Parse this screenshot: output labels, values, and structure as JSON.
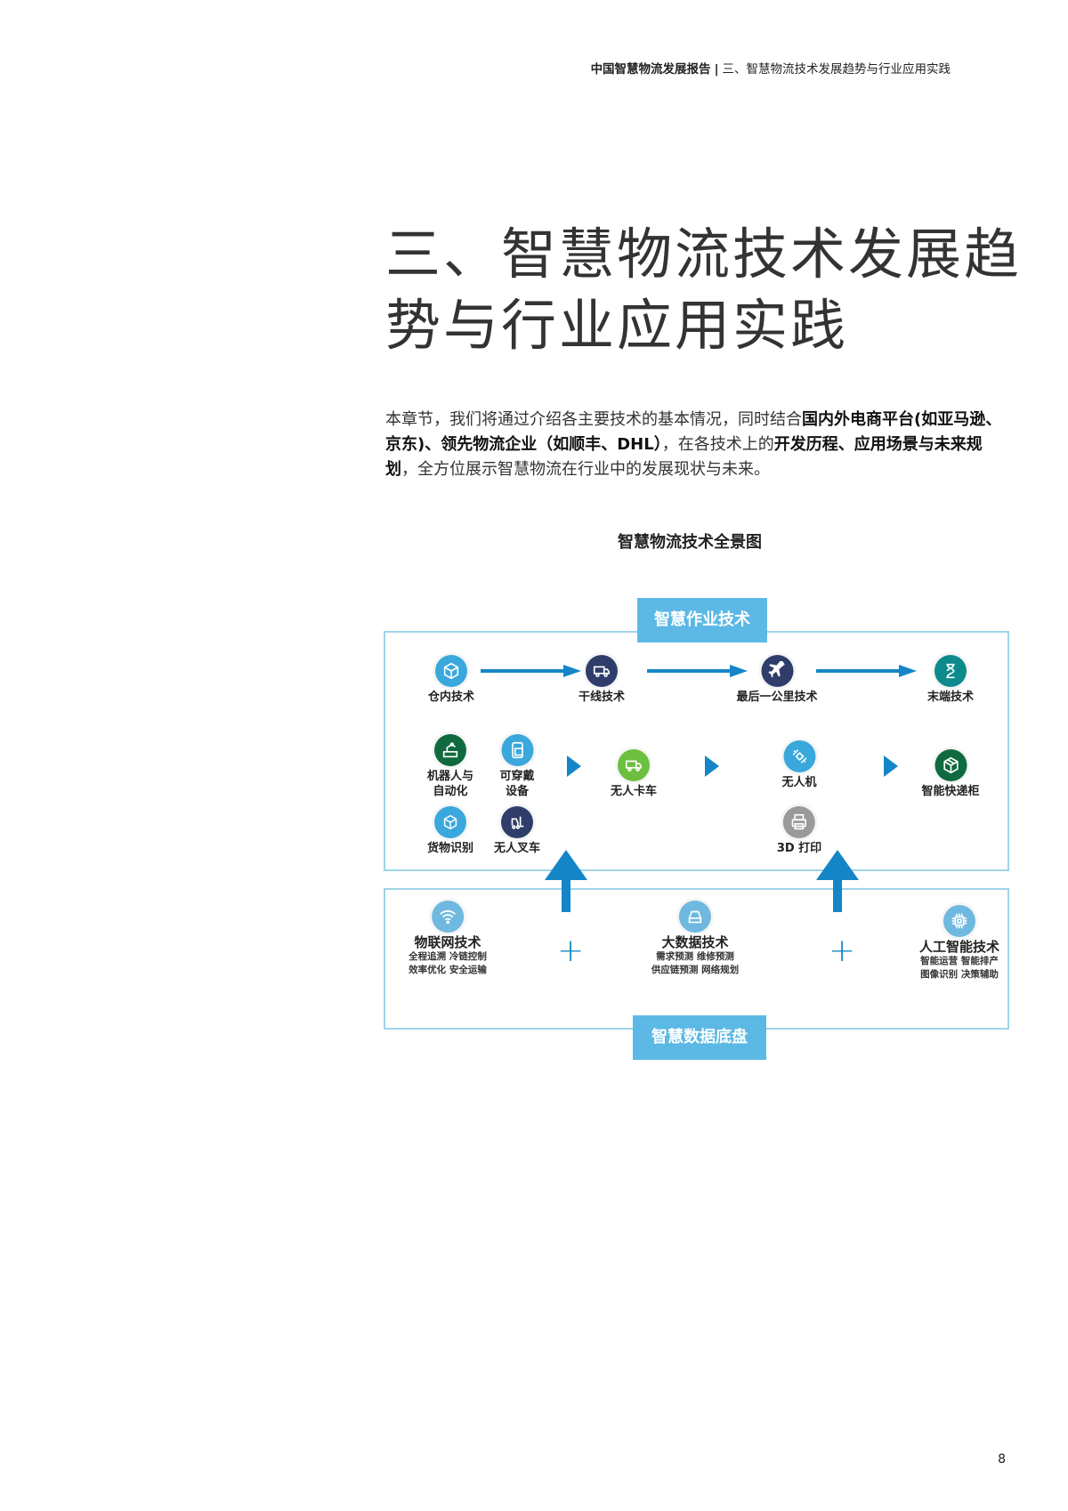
{
  "header": {
    "report_title": "中国智慧物流发展报告",
    "separator": "|",
    "section_title": "三、智慧物流技术发展趋势与行业应用实践"
  },
  "title": {
    "line1": "三、智慧物流技术发展趋",
    "line2": "势与行业应用实践"
  },
  "intro": {
    "p1": "本章节，我们将通过介绍各主要技术的基本情况，同时结合",
    "b1": "国内外电商平台(如亚马逊、京东)、领先物流企业（如顺丰、DHL）",
    "p2": "，在各技术上的",
    "b2": "开发历程、应用场景与未来规划",
    "p3": "，全方位展示智慧物流在行业中的发展现状与未来。"
  },
  "figure": {
    "title": "智慧物流技术全景图",
    "top_tag": "智慧作业技术",
    "bottom_tag": "智慧数据底盘",
    "stages": [
      "仓内技术",
      "干线技术",
      "最后一公里技术",
      "末端技术"
    ],
    "warehouse_items": {
      "robot": "机器人与\n自动化",
      "wearable": "可穿戴\n设备",
      "goods_recognition": "货物识别",
      "forklift": "无人叉车"
    },
    "trunk_items": {
      "truck": "无人卡车"
    },
    "last_mile_items": {
      "drone": "无人机",
      "print3d": "3D 打印"
    },
    "terminal_items": {
      "locker": "智能快递柜"
    },
    "data_tech": [
      {
        "name": "物联网技术",
        "sub1": "全程追溯  冷链控制",
        "sub2": "效率优化  安全运输"
      },
      {
        "name": "大数据技术",
        "sub1": "需求预测     维修预测",
        "sub2": "供应链预测  网络规划"
      },
      {
        "name": "人工智能技术",
        "sub1": "智能运营  智能排产",
        "sub2": "图像识别  决策辅助"
      }
    ],
    "plus": "+",
    "colors": {
      "light_blue": "#3aa8dc",
      "navy": "#2f3d6b",
      "green": "#3aa655",
      "dark_green": "#0f6b3f",
      "teal": "#0d8a8c",
      "grey": "#9a9a9a",
      "arrow": "#1486c7"
    }
  },
  "page_number": "8"
}
